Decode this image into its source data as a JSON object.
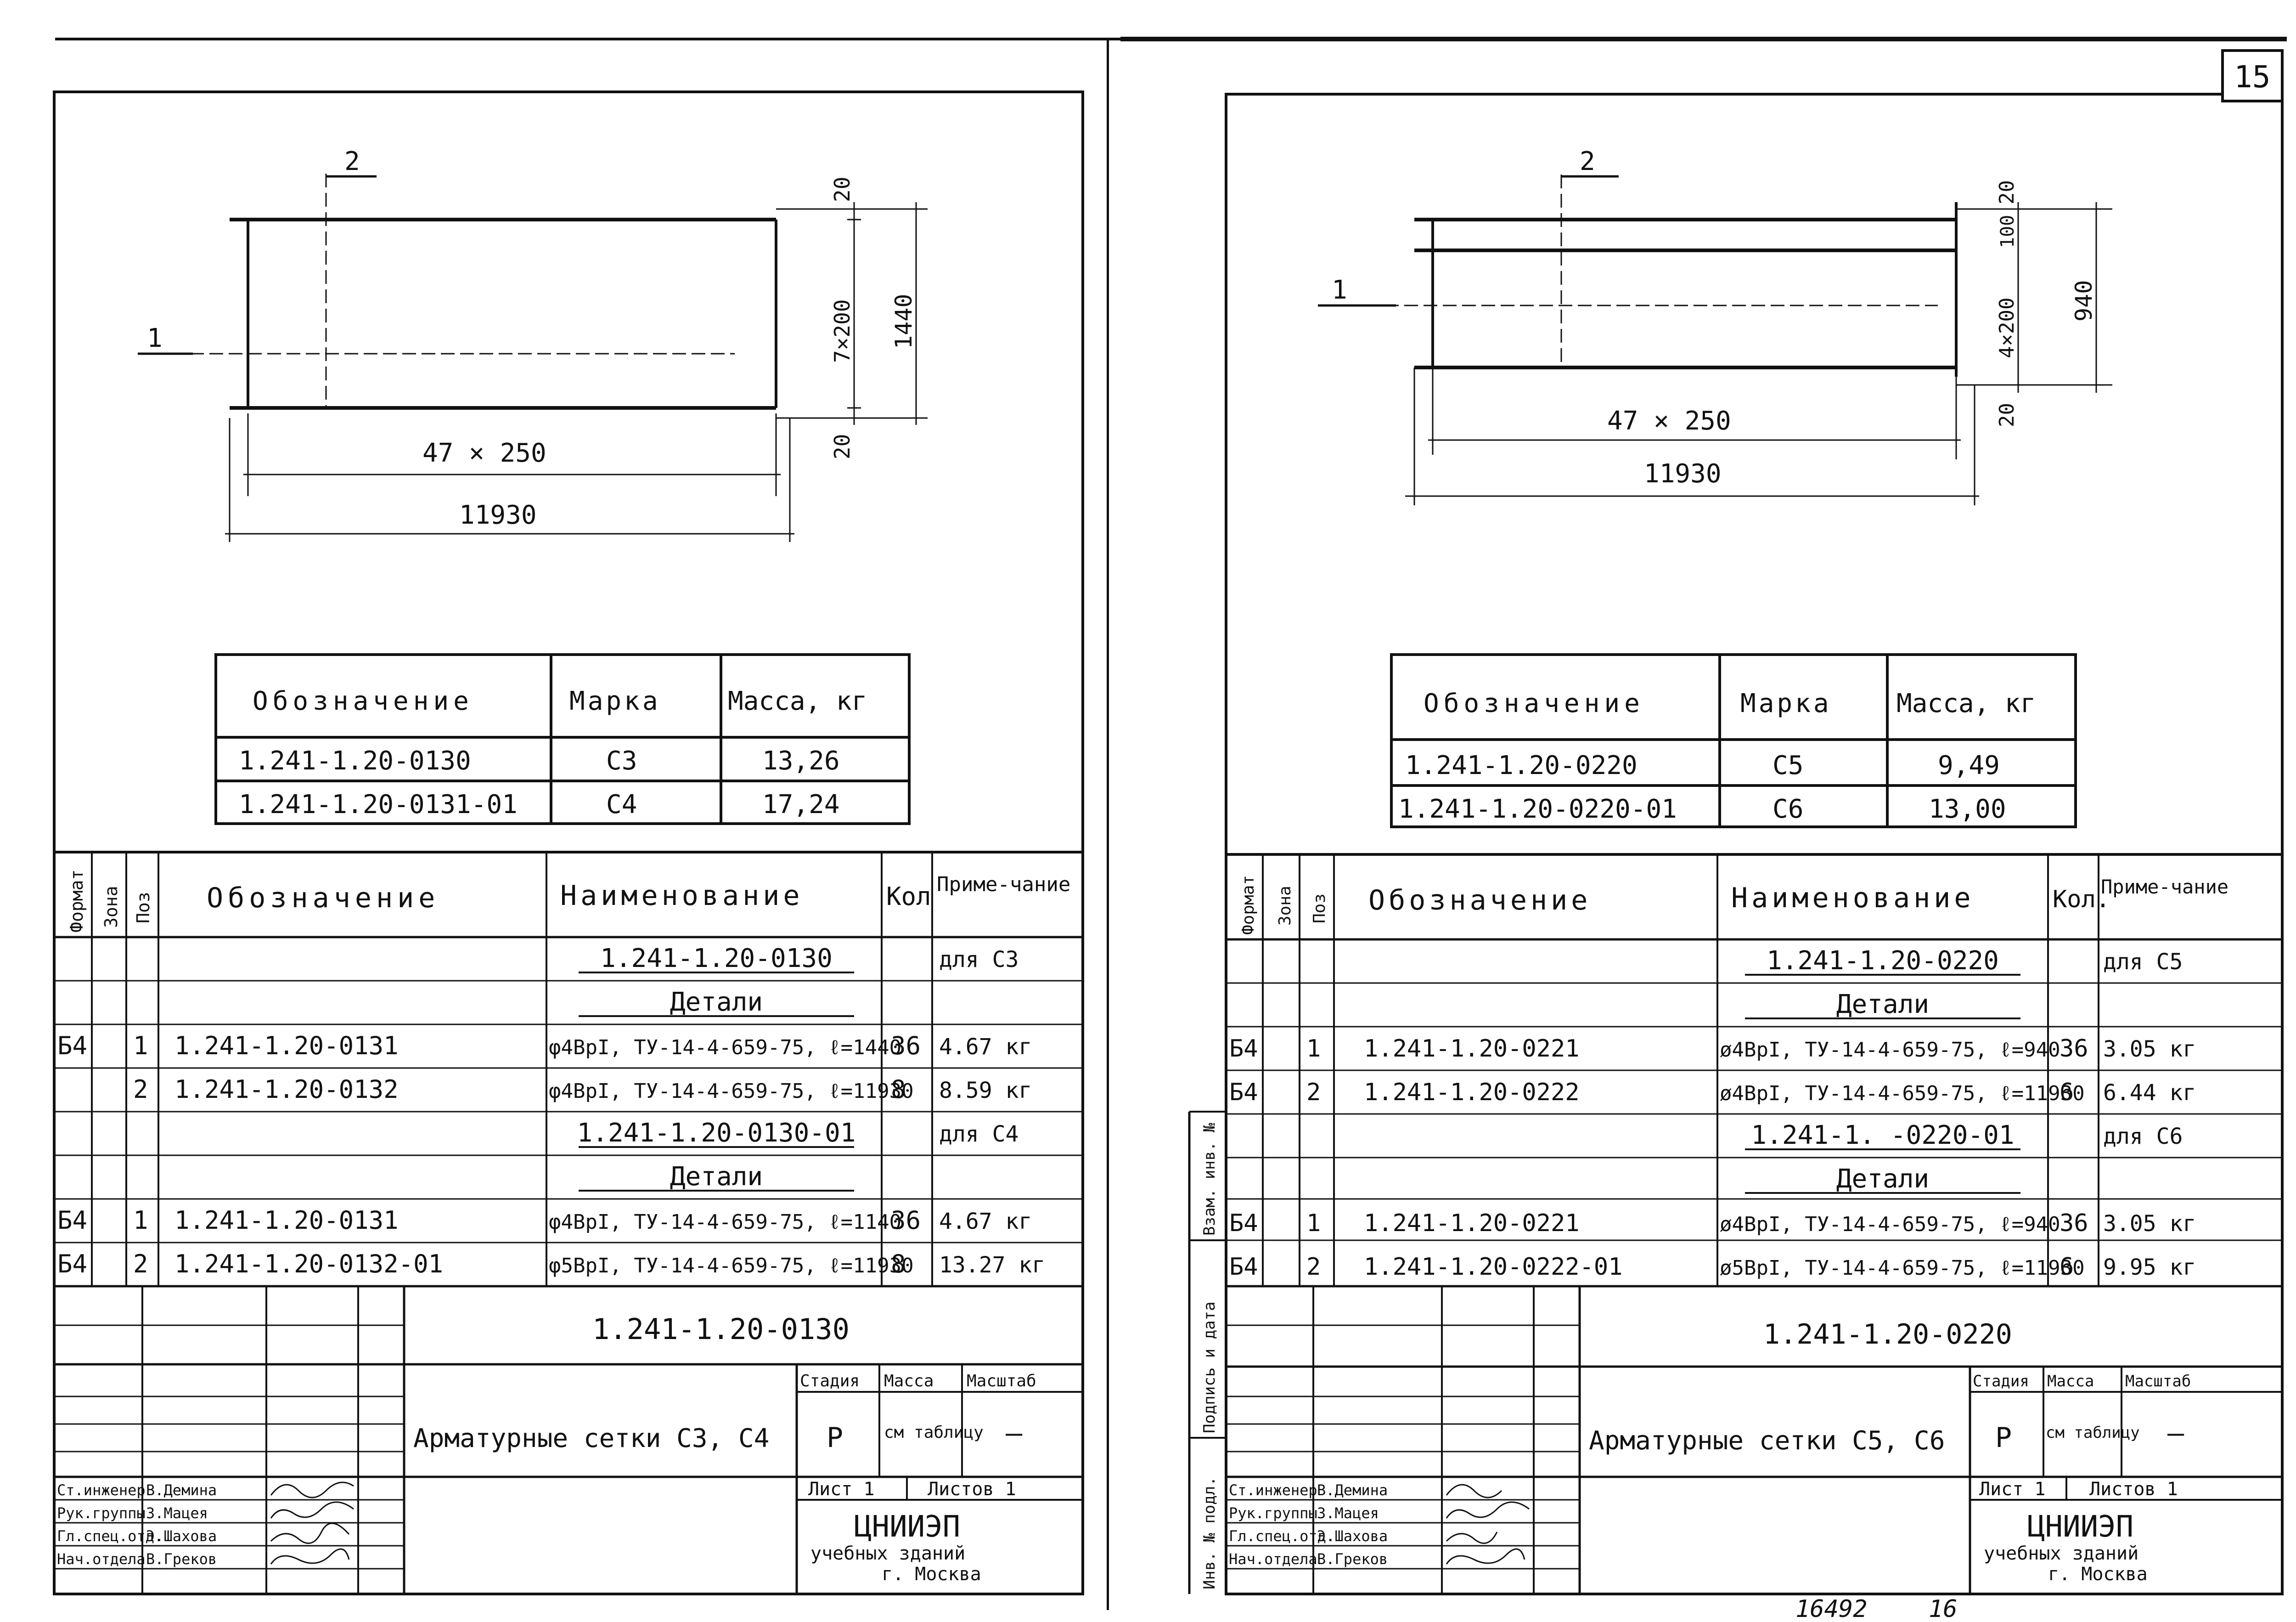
{
  "page_number": "15",
  "bottom_note": {
    "archive": "16492",
    "page": "16"
  },
  "headers": {
    "designation": "Обозначение",
    "mark": "Марка",
    "mass_kg": "Масса, кг",
    "format": "Формат",
    "zone": "Зона",
    "pos": "Поз",
    "name": "Наименование",
    "qty": "Кол",
    "qty_r": "Кол.",
    "note": "Приме-чание"
  },
  "left": {
    "drawing": {
      "pos1": "1",
      "pos2": "2",
      "d_top": "20",
      "d_mid": "7×200",
      "d_bot": "20",
      "d_total": "1440",
      "d_span": "47 × 250",
      "d_length": "11930"
    },
    "mark_table": [
      {
        "designation": "1.241-1.20-0130",
        "mark": "С3",
        "mass": "13,26"
      },
      {
        "designation": "1.241-1.20-0131-01",
        "mark": "С4",
        "mass": "17,24"
      }
    ],
    "spec": [
      {
        "fmt": "",
        "zone": "",
        "pos": "",
        "designation": "",
        "name": "1.241-1.20-0130",
        "qty": "",
        "note": "для С3",
        "underline": true
      },
      {
        "fmt": "",
        "zone": "",
        "pos": "",
        "designation": "",
        "name": "Детали",
        "qty": "",
        "note": "",
        "underline": true
      },
      {
        "fmt": "Б4",
        "zone": "",
        "pos": "1",
        "designation": "1.241-1.20-0131",
        "name": "φ4ВрI, ТУ-14-4-659-75, ℓ=1440",
        "qty": "36",
        "note": "4.67 кг"
      },
      {
        "fmt": "",
        "zone": "",
        "pos": "2",
        "designation": "1.241-1.20-0132",
        "name": "φ4ВрI, ТУ-14-4-659-75, ℓ=11930",
        "qty": "8",
        "note": "8.59 кг"
      },
      {
        "fmt": "",
        "zone": "",
        "pos": "",
        "designation": "",
        "name": "1.241-1.20-0130-01",
        "qty": "",
        "note": "для С4",
        "underline": true
      },
      {
        "fmt": "",
        "zone": "",
        "pos": "",
        "designation": "",
        "name": "Детали",
        "qty": "",
        "note": "",
        "underline": true
      },
      {
        "fmt": "Б4",
        "zone": "",
        "pos": "1",
        "designation": "1.241-1.20-0131",
        "name": "φ4ВрI, ТУ-14-4-659-75, ℓ=1140",
        "qty": "36",
        "note": "4.67 кг"
      },
      {
        "fmt": "Б4",
        "zone": "",
        "pos": "2",
        "designation": "1.241-1.20-0132-01",
        "name": "φ5ВрI, ТУ-14-4-659-75, ℓ=11930",
        "qty": "8",
        "note": "13.27 кг"
      }
    ],
    "title_block": {
      "code": "1.241-1.20-0130",
      "title": "Арматурные сетки С3, С4",
      "stage_label": "Стадия",
      "mass_label": "Масса",
      "scale_label": "Масштаб",
      "stage": "Р",
      "mass": "см таблицу",
      "scale": "—",
      "sheet": "Лист 1",
      "sheets": "Листов 1",
      "org1": "ЦНИИЭП",
      "org2": "учебных зданий",
      "org3": "г. Москва",
      "people": [
        {
          "role": "Ст.инженер",
          "name": "В.Демина"
        },
        {
          "role": "Рук.группы",
          "name": "З.Мацея"
        },
        {
          "role": "Гл.спец.отд.",
          "name": "Э.Шахова"
        },
        {
          "role": "Нач.отдела",
          "name": "В.Греков"
        }
      ]
    }
  },
  "right": {
    "drawing": {
      "pos1": "1",
      "pos2": "2",
      "d_top": "20",
      "d_100": "100",
      "d_mid": "4×200",
      "d_bot": "20",
      "d_total": "940",
      "d_span": "47 × 250",
      "d_length": "11930"
    },
    "mark_table": [
      {
        "designation": "1.241-1.20-0220",
        "mark": "С5",
        "mass": "9,49"
      },
      {
        "designation": "1.241-1.20-0220-01",
        "mark": "С6",
        "mass": "13,00"
      }
    ],
    "spec": [
      {
        "fmt": "",
        "zone": "",
        "pos": "",
        "designation": "",
        "name": "1.241-1.20-0220",
        "qty": "",
        "note": "для С5",
        "underline": true
      },
      {
        "fmt": "",
        "zone": "",
        "pos": "",
        "designation": "",
        "name": "Детали",
        "qty": "",
        "note": "",
        "underline": true
      },
      {
        "fmt": "Б4",
        "zone": "",
        "pos": "1",
        "designation": "1.241-1.20-0221",
        "name": "ø4ВрI, ТУ-14-4-659-75, ℓ=940",
        "qty": "36",
        "note": "3.05 кг"
      },
      {
        "fmt": "Б4",
        "zone": "",
        "pos": "2",
        "designation": "1.241-1.20-0222",
        "name": "ø4ВрI, ТУ-14-4-659-75, ℓ=11930",
        "qty": "6",
        "note": "6.44 кг"
      },
      {
        "fmt": "",
        "zone": "",
        "pos": "",
        "designation": "",
        "name": "1.241-1.    -0220-01",
        "qty": "",
        "note": "для С6",
        "underline": true
      },
      {
        "fmt": "",
        "zone": "",
        "pos": "",
        "designation": "",
        "name": "Детали",
        "qty": "",
        "note": "",
        "underline": true
      },
      {
        "fmt": "Б4",
        "zone": "",
        "pos": "1",
        "designation": "1.241-1.20-0221",
        "name": "ø4ВрI, ТУ-14-4-659-75, ℓ=940",
        "qty": "36",
        "note": "3.05 кг"
      },
      {
        "fmt": "Б4",
        "zone": "",
        "pos": "2",
        "designation": "1.241-1.20-0222-01",
        "name": "ø5ВрI, ТУ-14-4-659-75, ℓ=11930",
        "qty": "6",
        "note": "9.95 кг"
      }
    ],
    "title_block": {
      "code": "1.241-1.20-0220",
      "title": "Арматурные сетки С5, С6",
      "stage_label": "Стадия",
      "mass_label": "Масса",
      "scale_label": "Масштаб",
      "stage": "Р",
      "mass": "см таблицу",
      "scale": "—",
      "sheet": "Лист 1",
      "sheets": "Листов 1",
      "org1": "ЦНИИЭП",
      "org2": "учебных зданий",
      "org3": "г. Москва",
      "people": [
        {
          "role": "Ст.инженер",
          "name": "В.Демина"
        },
        {
          "role": "Рук.группы",
          "name": "З.Мацея"
        },
        {
          "role": "Гл.спец.отд.",
          "name": "Э.Шахова"
        },
        {
          "role": "Нач.отдела",
          "name": "В.Греков"
        }
      ],
      "side_stamp": [
        "Инв. № подл.",
        "Подпись и дата",
        "Взам. инв. №"
      ]
    }
  }
}
